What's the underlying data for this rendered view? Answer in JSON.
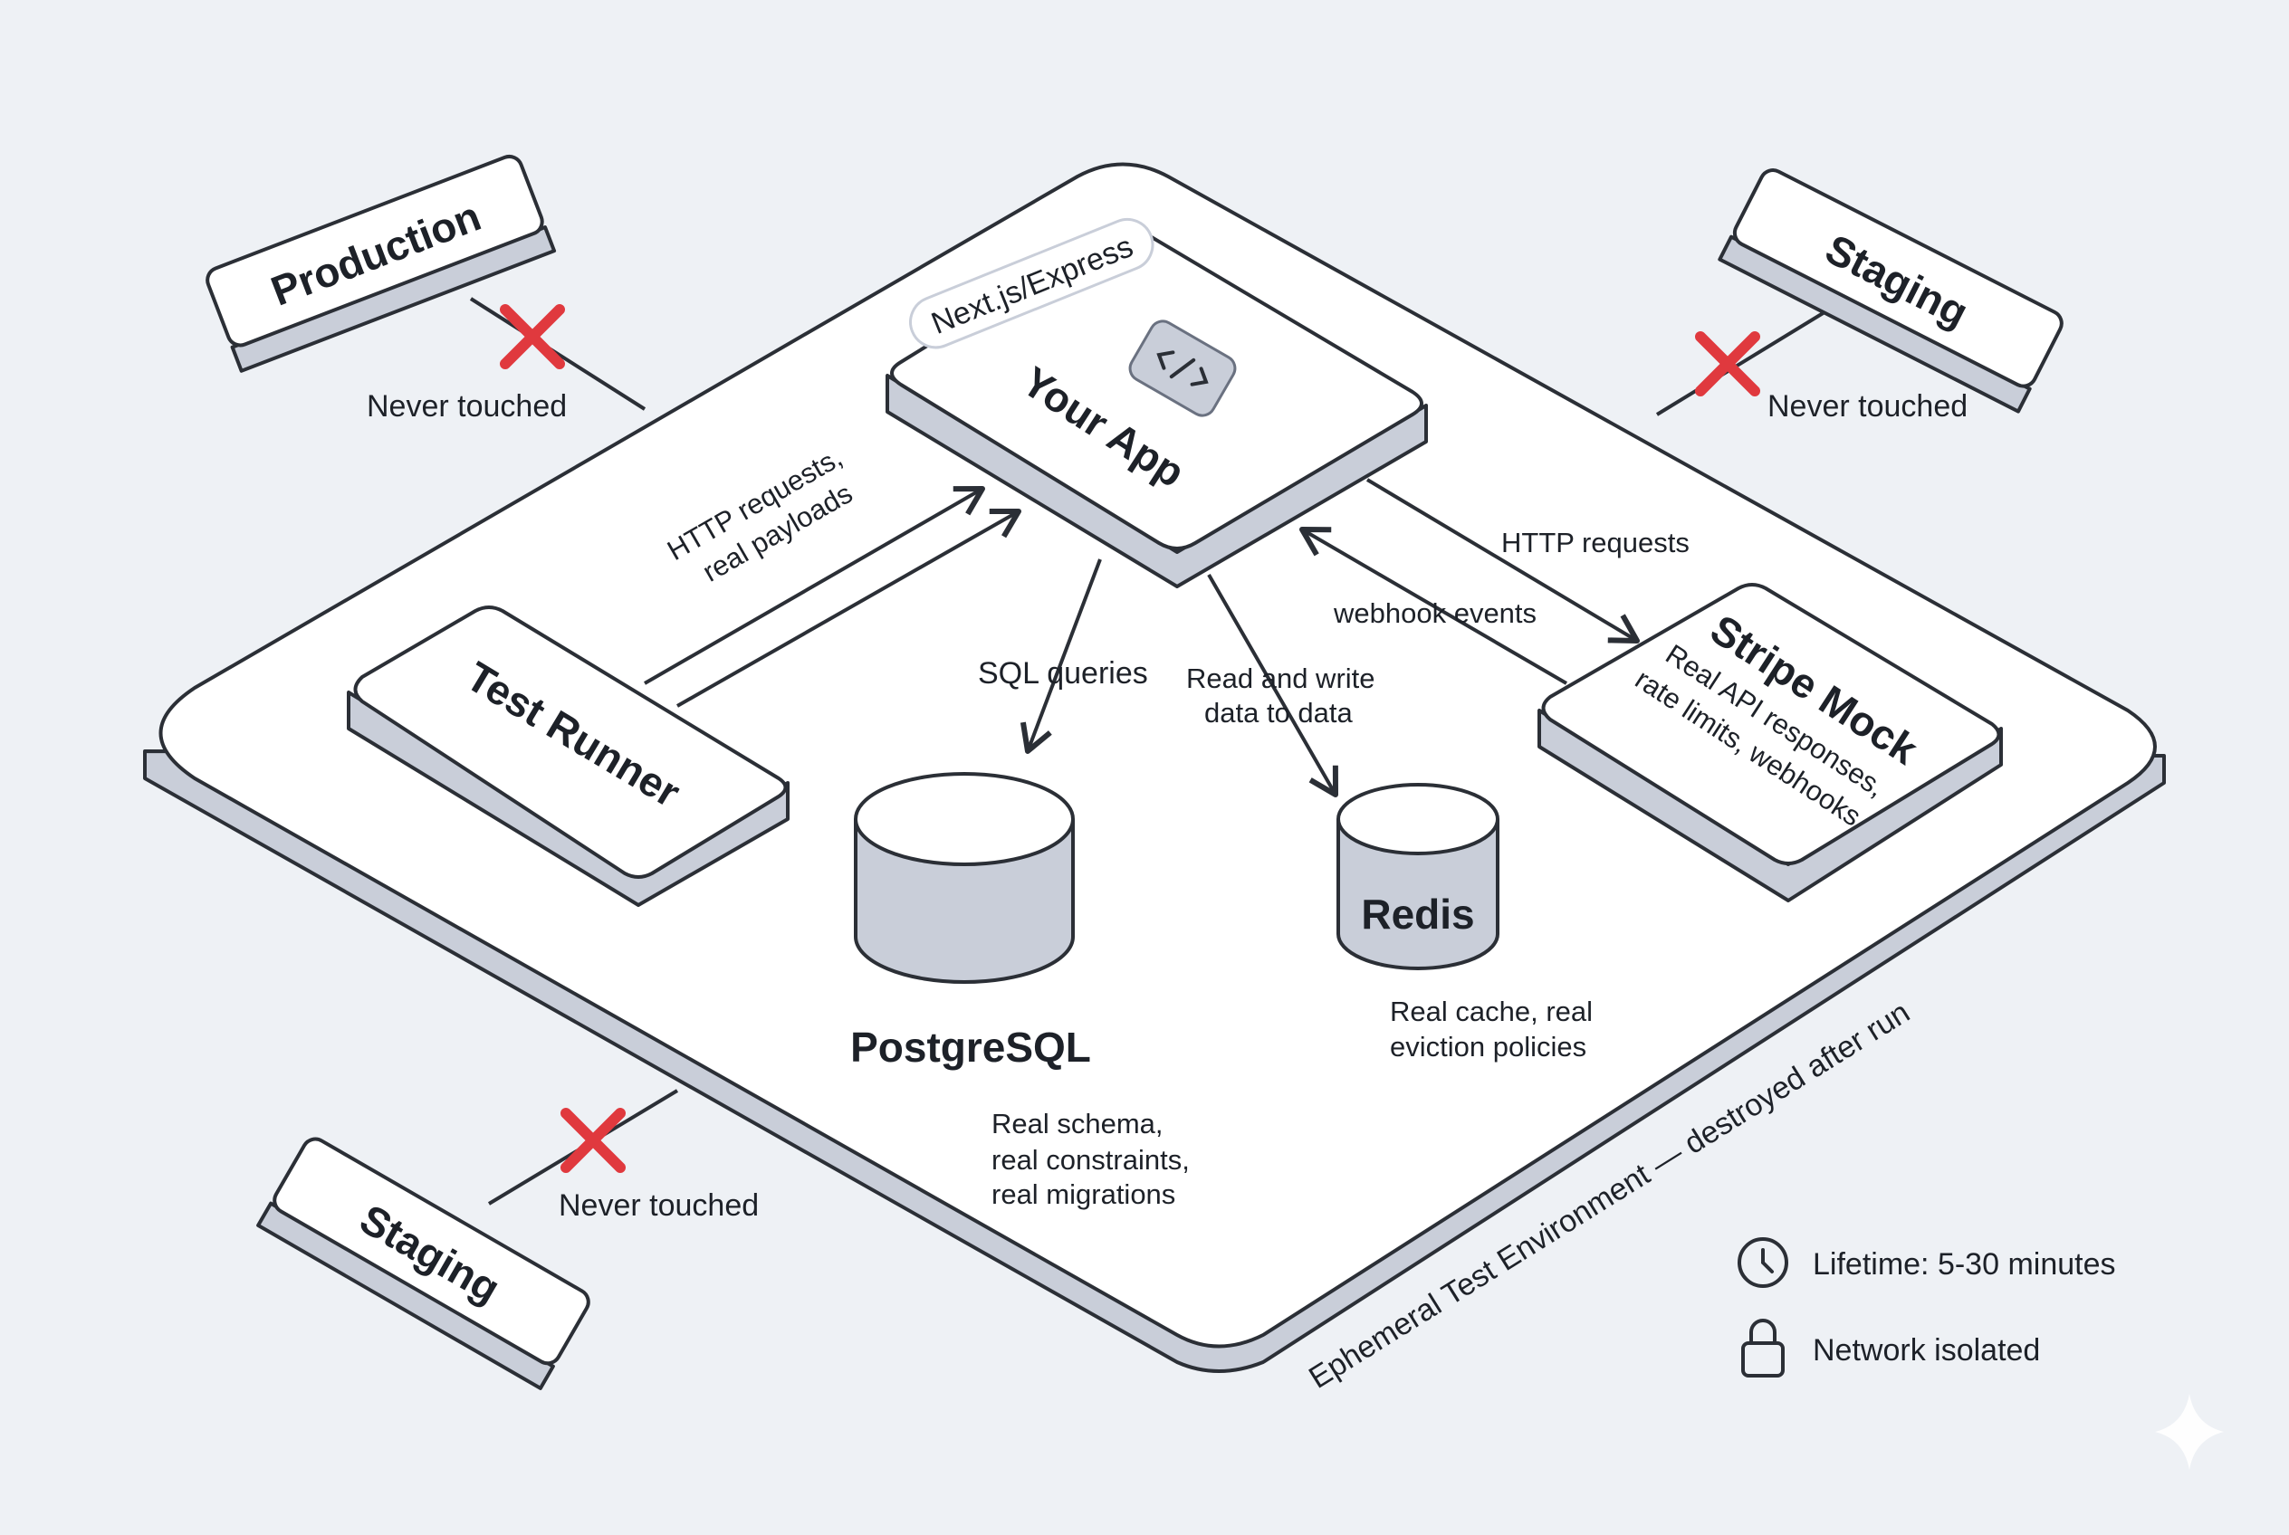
{
  "nodes": {
    "production": "Production",
    "staging_top": "Staging",
    "staging_bottom": "Staging",
    "your_app": "Your App",
    "framework_tag": "Next.js/Express",
    "test_runner": "Test Runner",
    "stripe_mock": "Stripe Mock",
    "stripe_desc_1": "Real API responses,",
    "stripe_desc_2": "rate limits, webhooks",
    "postgres": "PostgreSQL",
    "postgres_desc_1": "Real schema,",
    "postgres_desc_2": "real constraints,",
    "postgres_desc_3": "real migrations",
    "redis": "Redis",
    "redis_desc_1": "Real cache, real",
    "redis_desc_2": "eviction policies"
  },
  "edges": {
    "runner_app_1": "HTTP requests,",
    "runner_app_2": "real payloads",
    "sql": "SQL queries",
    "redis_1": "Read and write",
    "redis_2": "data to data",
    "stripe_http": "HTTP requests",
    "stripe_webhook": "webhook events",
    "never_production": "Never touched",
    "never_staging_top": "Never touched",
    "never_staging_bottom": "Never touched"
  },
  "environment_label": "Ephemeral Test Environment — destroyed after run",
  "legend": {
    "lifetime": "Lifetime: 5-30 minutes",
    "network": "Network isolated"
  },
  "icons": [
    "code-icon",
    "clock-icon",
    "lock-icon",
    "cross-icon",
    "sparkle-icon"
  ],
  "colors": {
    "background": "#eef1f5",
    "box_side": "#c9ced9",
    "cross": "#e0393e",
    "stroke": "#2b2f36"
  }
}
